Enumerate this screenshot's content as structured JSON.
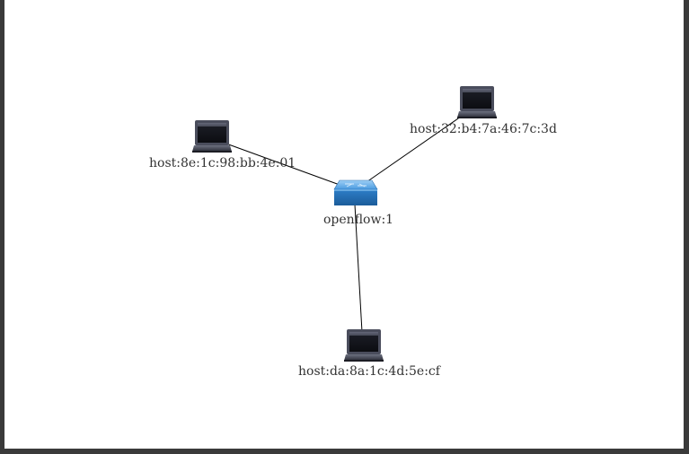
{
  "topology": {
    "switch": {
      "label": "openflow:1",
      "icon": "network-switch-icon",
      "color": "#3b8fd6"
    },
    "hosts": [
      {
        "label": "host:8e:1c:98:bb:4e:01",
        "icon": "laptop-icon"
      },
      {
        "label": "host:32:b4:7a:46:7c:3d",
        "icon": "laptop-icon"
      },
      {
        "label": "host:da:8a:1c:4d:5e:cf",
        "icon": "laptop-icon"
      }
    ],
    "links": [
      {
        "from": "openflow:1",
        "to": "host:8e:1c:98:bb:4e:01"
      },
      {
        "from": "openflow:1",
        "to": "host:32:b4:7a:46:7c:3d"
      },
      {
        "from": "openflow:1",
        "to": "host:da:8a:1c:4d:5e:cf"
      }
    ],
    "colors": {
      "link": "#000000",
      "laptop_body": "#3a3d4a",
      "laptop_screen": "#111318",
      "label": "#333333"
    }
  }
}
